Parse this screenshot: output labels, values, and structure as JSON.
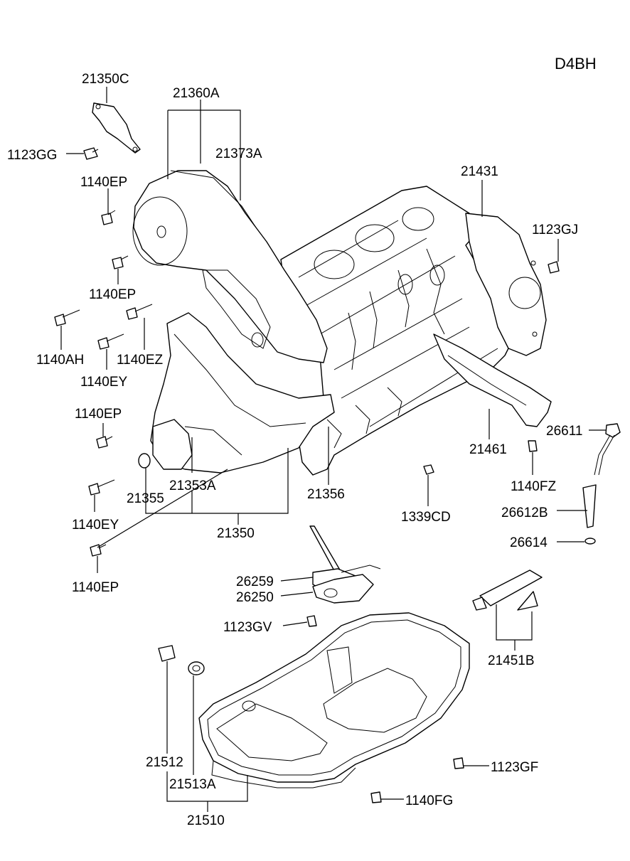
{
  "diagram": {
    "engine_code": "D4BH",
    "parts": [
      {
        "id": "21350C",
        "label": "21350C",
        "name": "gasket-plate-21350c"
      },
      {
        "id": "21360A",
        "label": "21360A",
        "name": "timing-cover-upper-21360a"
      },
      {
        "id": "21373A",
        "label": "21373A",
        "name": "timing-cover-gasket-21373a"
      },
      {
        "id": "1123GG",
        "label": "1123GG",
        "name": "bolt-1123gg"
      },
      {
        "id": "1140EP_1",
        "label": "1140EP",
        "name": "bolt-1140ep-a"
      },
      {
        "id": "1140EP_2",
        "label": "1140EP",
        "name": "bolt-1140ep-b"
      },
      {
        "id": "1140AH",
        "label": "1140AH",
        "name": "bolt-1140ah"
      },
      {
        "id": "1140EZ",
        "label": "1140EZ",
        "name": "bolt-1140ez"
      },
      {
        "id": "1140EY_1",
        "label": "1140EY",
        "name": "bolt-1140ey-a"
      },
      {
        "id": "1140EP_3",
        "label": "1140EP",
        "name": "bolt-1140ep-c"
      },
      {
        "id": "21355",
        "label": "21355",
        "name": "plug-21355"
      },
      {
        "id": "21353A",
        "label": "21353A",
        "name": "timing-cover-lower-21353a"
      },
      {
        "id": "1140EY_2",
        "label": "1140EY",
        "name": "bolt-1140ey-b"
      },
      {
        "id": "21350",
        "label": "21350",
        "name": "timing-cover-assy-21350"
      },
      {
        "id": "1140EP_4",
        "label": "1140EP",
        "name": "bolt-1140ep-d"
      },
      {
        "id": "21356",
        "label": "21356",
        "name": "seal-21356"
      },
      {
        "id": "21431",
        "label": "21431",
        "name": "rear-plate-21431"
      },
      {
        "id": "1123GJ",
        "label": "1123GJ",
        "name": "bolt-1123gj"
      },
      {
        "id": "21461",
        "label": "21461",
        "name": "baffle-21461"
      },
      {
        "id": "26611",
        "label": "26611",
        "name": "oil-level-gauge-26611"
      },
      {
        "id": "1140FZ",
        "label": "1140FZ",
        "name": "bolt-1140fz"
      },
      {
        "id": "1339CD",
        "label": "1339CD",
        "name": "nut-1339cd"
      },
      {
        "id": "26612B",
        "label": "26612B",
        "name": "gauge-guide-26612b"
      },
      {
        "id": "26614",
        "label": "26614",
        "name": "o-ring-26614"
      },
      {
        "id": "26259",
        "label": "26259",
        "name": "gasket-26259"
      },
      {
        "id": "26250",
        "label": "26250",
        "name": "oil-strainer-26250"
      },
      {
        "id": "1123GV",
        "label": "1123GV",
        "name": "bolt-1123gv"
      },
      {
        "id": "21451B",
        "label": "21451B",
        "name": "sealant-21451b"
      },
      {
        "id": "21512",
        "label": "21512",
        "name": "drain-plug-21512"
      },
      {
        "id": "21513A",
        "label": "21513A",
        "name": "drain-gasket-21513a"
      },
      {
        "id": "21510",
        "label": "21510",
        "name": "oil-pan-21510"
      },
      {
        "id": "1123GF",
        "label": "1123GF",
        "name": "bolt-1123gf"
      },
      {
        "id": "1140FG",
        "label": "1140FG",
        "name": "bolt-1140fg"
      }
    ]
  }
}
